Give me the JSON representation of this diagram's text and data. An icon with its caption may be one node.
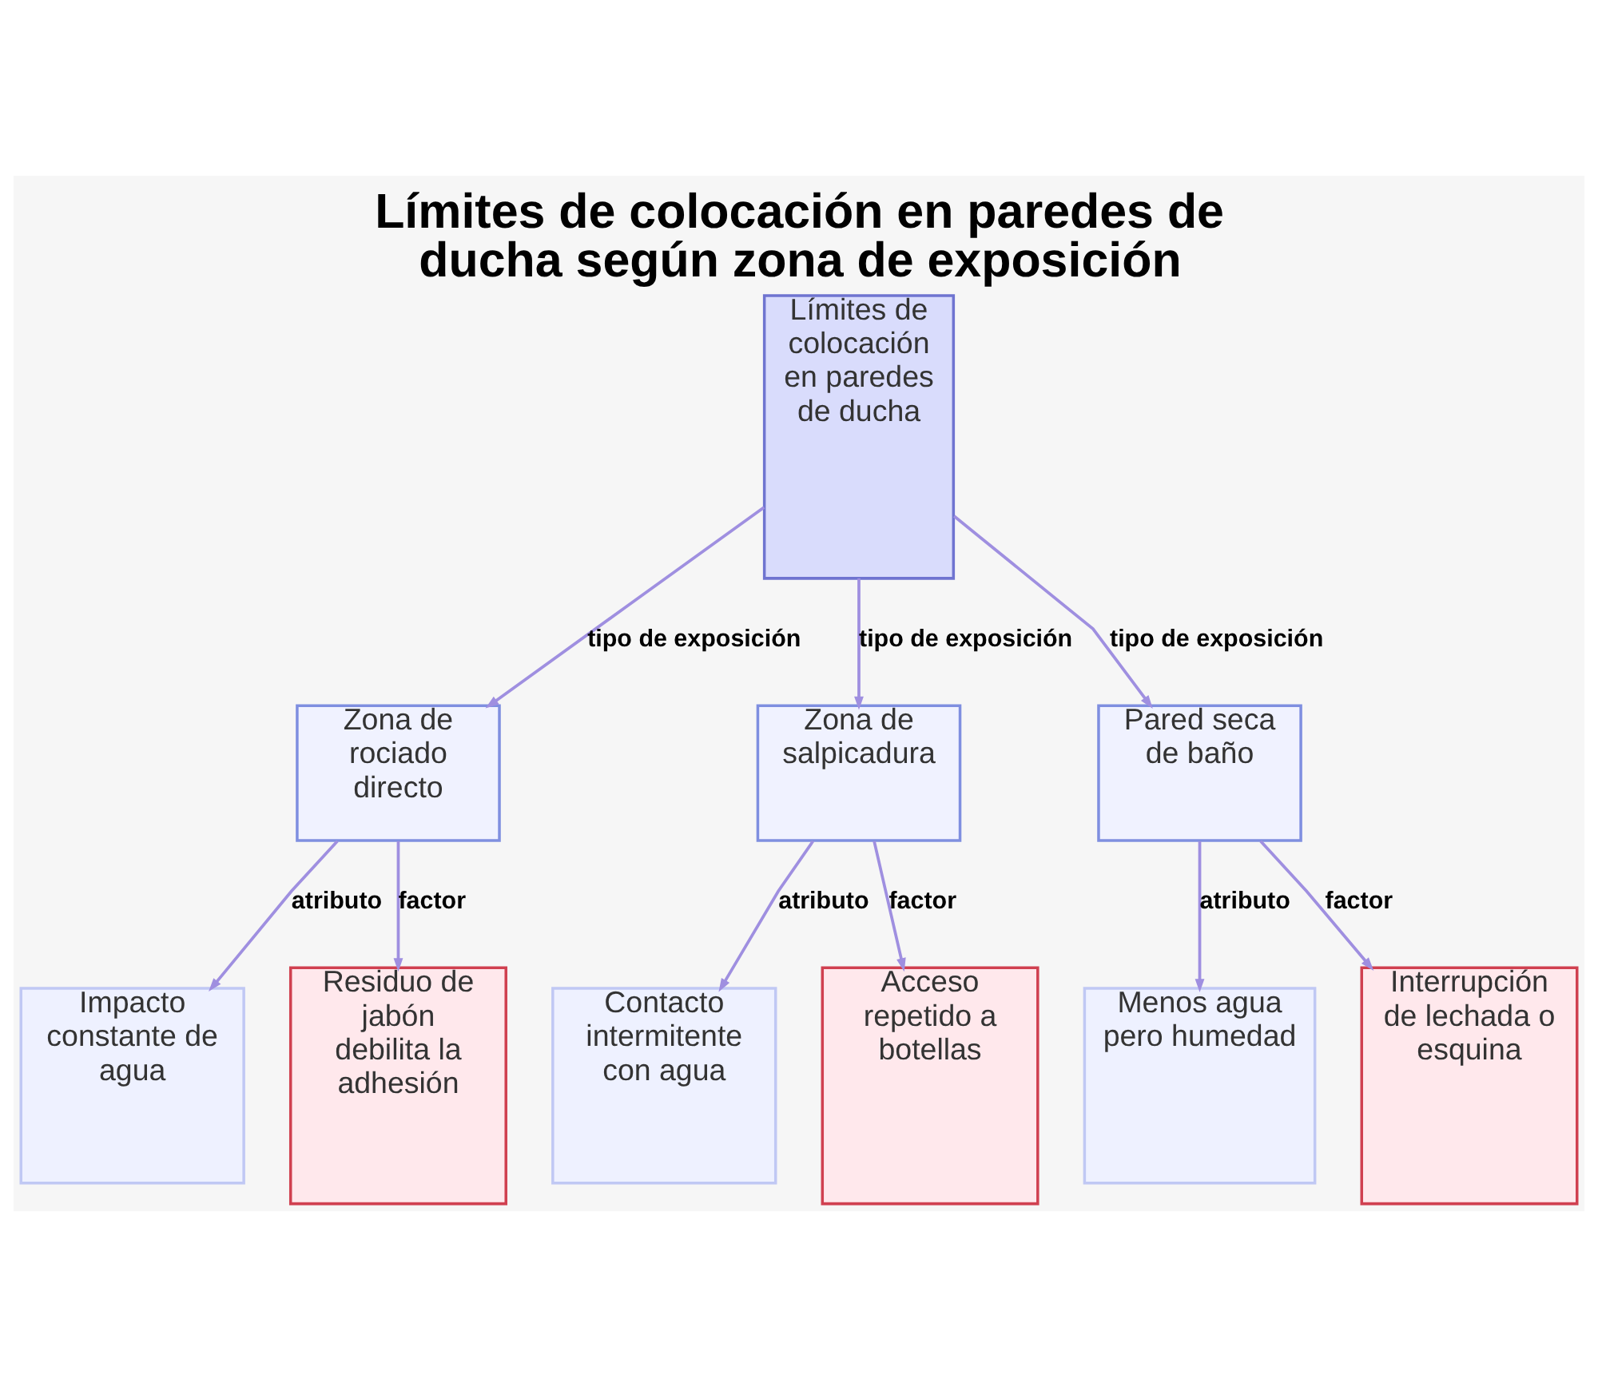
{
  "diagram": {
    "title": "Límites de colocación en paredes de ducha según zona de exposición",
    "nodes": [
      {
        "text": [
          "Límites de colocación en paredes de ducha"
        ]
      },
      {
        "text": [
          "Zona de rociado directo"
        ]
      },
      {
        "text": [
          "Zona de salpicadura"
        ]
      },
      {
        "text": [
          "Pared seca de baño"
        ]
      },
      {
        "text": [
          "Impacto constante de agua"
        ]
      },
      {
        "text": [
          "Residuo de jabón debilita la adhesión"
        ]
      },
      {
        "text": [
          "Contacto intermitente con agua"
        ]
      },
      {
        "text": [
          "Acceso repetido a botellas"
        ]
      },
      {
        "text": [
          "Menos agua pero humedad"
        ]
      },
      {
        "text": [
          "Interrupción de lechada o esquina"
        ]
      }
    ],
    "edges": [
      {
        "from": 0,
        "to": 1,
        "arrow": "to",
        "label": "tipo de exposición"
      },
      {
        "from": 0,
        "to": 2,
        "arrow": "to",
        "label": "tipo de exposición"
      },
      {
        "from": 0,
        "to": 3,
        "arrow": "to",
        "label": "tipo de exposición"
      },
      {
        "from": 1,
        "to": 4,
        "arrow": "to",
        "label": "atributo"
      },
      {
        "from": 1,
        "to": 5,
        "arrow": "to",
        "label": "factor"
      },
      {
        "from": 2,
        "to": 6,
        "arrow": "to",
        "label": "atributo"
      },
      {
        "from": 2,
        "to": 7,
        "arrow": "to",
        "label": "factor"
      },
      {
        "from": 3,
        "to": 8,
        "arrow": "to",
        "label": "atributo"
      },
      {
        "from": 3,
        "to": 9,
        "arrow": "to",
        "label": "factor"
      }
    ]
  }
}
